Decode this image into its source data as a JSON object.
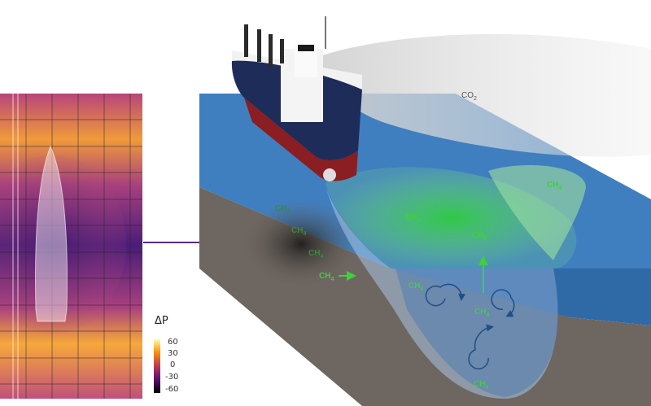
{
  "colorbar": {
    "title": "ΔP",
    "ticks": [
      "60",
      "30",
      "0",
      "-30",
      "-60"
    ]
  },
  "labels": {
    "co2": {
      "main": "CO",
      "sub": "2"
    },
    "ch4": {
      "main": "CH",
      "sub": "4"
    }
  },
  "colors": {
    "water_top": "#3f7fbf",
    "water_front": "#2f6aa6",
    "sediment": "#6e6660",
    "methane": "#33cc44",
    "heatmap_low": "#2a0a5e",
    "heatmap_high": "#f7c52a",
    "arrow": "#5a2a8a"
  }
}
